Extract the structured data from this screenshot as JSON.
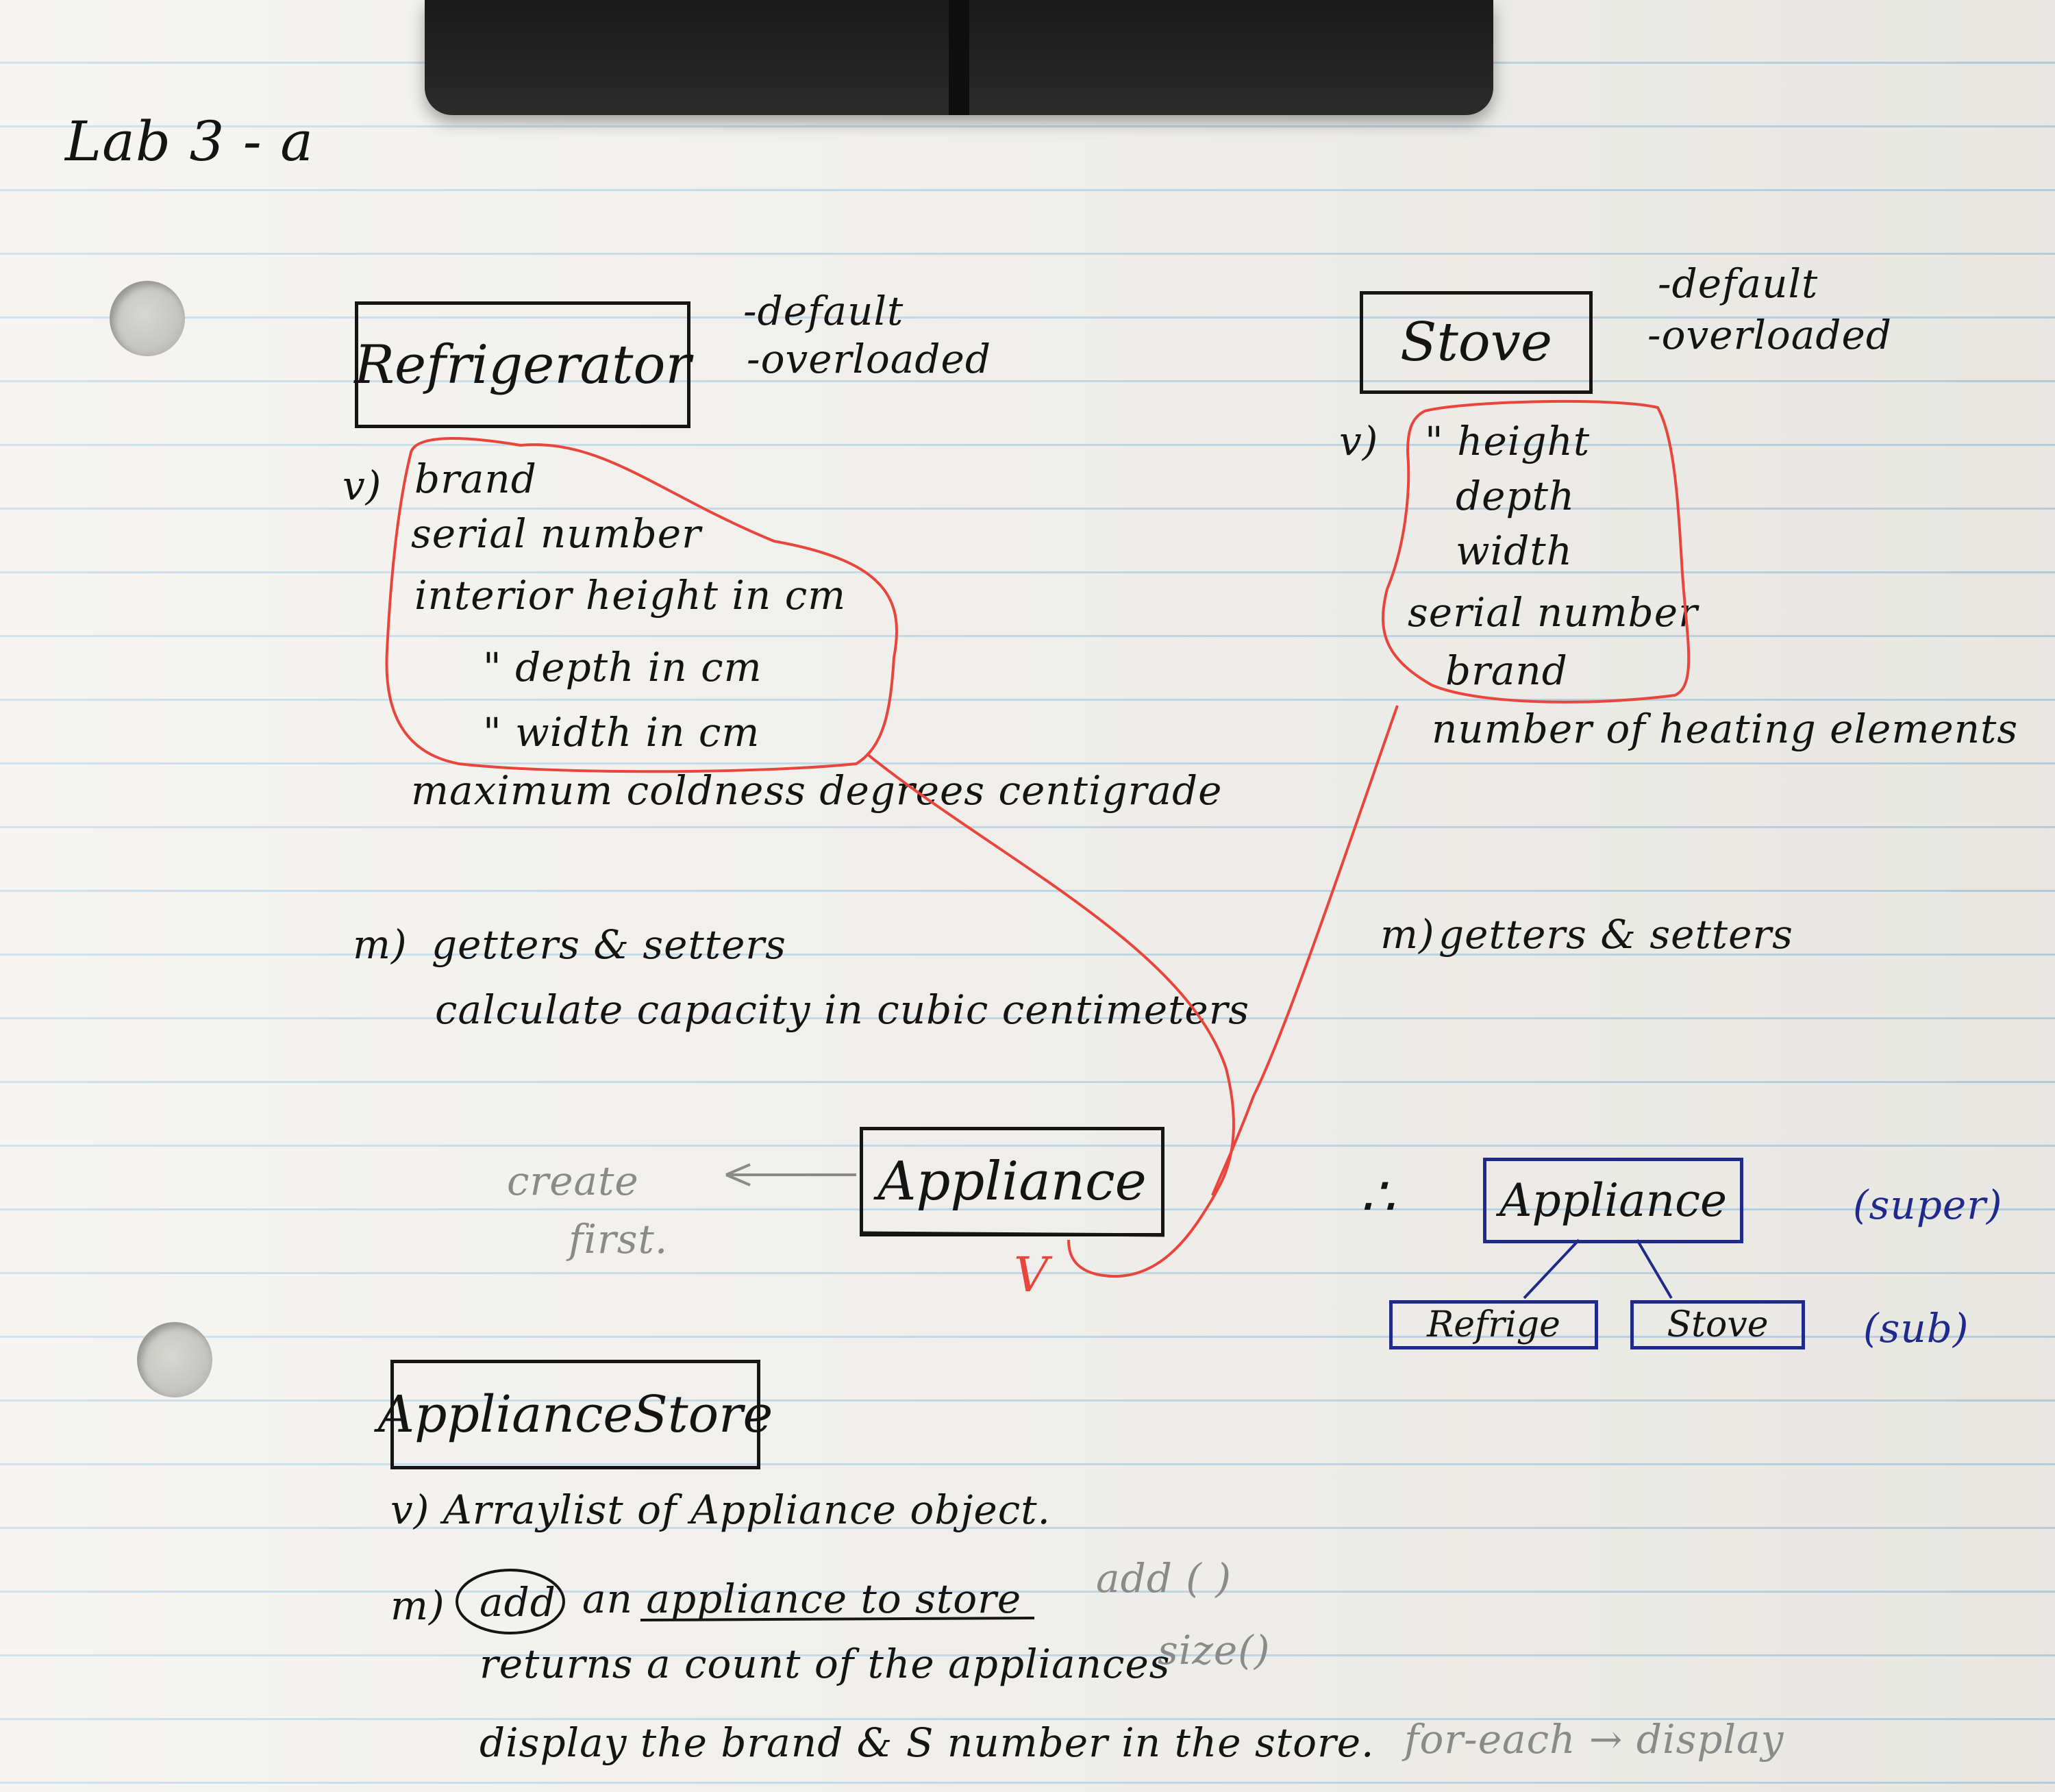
{
  "title": "Lab 3 - a",
  "refrigerator": {
    "name": "Refrigerator",
    "constructors": [
      "-default",
      "-overloaded"
    ],
    "v_marker": "v)",
    "variables": [
      "brand",
      "serial number",
      "interior height in cm",
      "\" depth in cm",
      "\" width in cm",
      "maximum coldness degrees centigrade"
    ],
    "m_marker": "m)",
    "methods": [
      "getters & setters",
      "calculate capacity in cubic centimeters"
    ]
  },
  "stove": {
    "name": "Stove",
    "constructors": [
      "-default",
      "-overloaded"
    ],
    "v_marker": "v)",
    "variables": [
      "\" height",
      "depth",
      "width",
      "serial number",
      "brand",
      "number of heating elements"
    ],
    "m_marker": "m)",
    "methods": [
      "getters & setters"
    ]
  },
  "appliance": {
    "name": "Appliance",
    "note": [
      "create",
      "first."
    ],
    "check": "V"
  },
  "hierarchy": {
    "therefore": "∴",
    "super": "Appliance",
    "super_label": "(super)",
    "subs": [
      "Refrige",
      "Stove"
    ],
    "sub_label": "(sub)"
  },
  "store": {
    "name": "ApplianceStore",
    "v_line": "v) Arraylist of Appliance object.",
    "m_marker": "m)",
    "add_word": "add",
    "add_rest": "an appliance to store",
    "add_note": "add ( )",
    "count_line": "returns a count of the appliances",
    "count_note": "size()",
    "display_line": "display the brand & S number in the store.",
    "display_note": "for-each → display"
  },
  "colors": {
    "ink": "#141414",
    "red": "#e8453c",
    "blue": "#1f2a8a",
    "pencil": "#8a8a8a",
    "rule": "#b9d3e3"
  }
}
